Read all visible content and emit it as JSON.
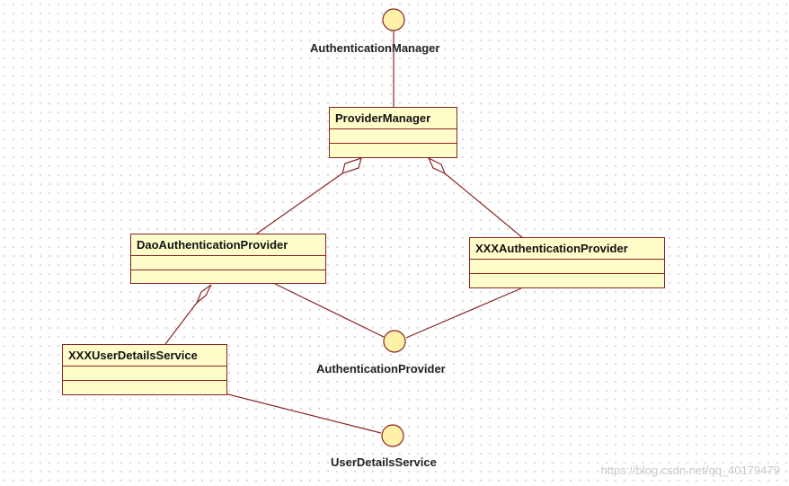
{
  "classes": {
    "provider_manager": "ProviderManager",
    "dao_provider": "DaoAuthenticationProvider",
    "xxx_provider": "XXXAuthenticationProvider",
    "xxx_user_details": "XXXUserDetailsService"
  },
  "interfaces": {
    "authentication_manager": "AuthenticationManager",
    "authentication_provider": "AuthenticationProvider",
    "user_details_service": "UserDetailsService"
  },
  "watermark": "https://blog.csdn.net/qq_40179479",
  "colors": {
    "line": "#8b2323",
    "fill": "#fffecb",
    "interface_fill": "#fff2a8"
  }
}
